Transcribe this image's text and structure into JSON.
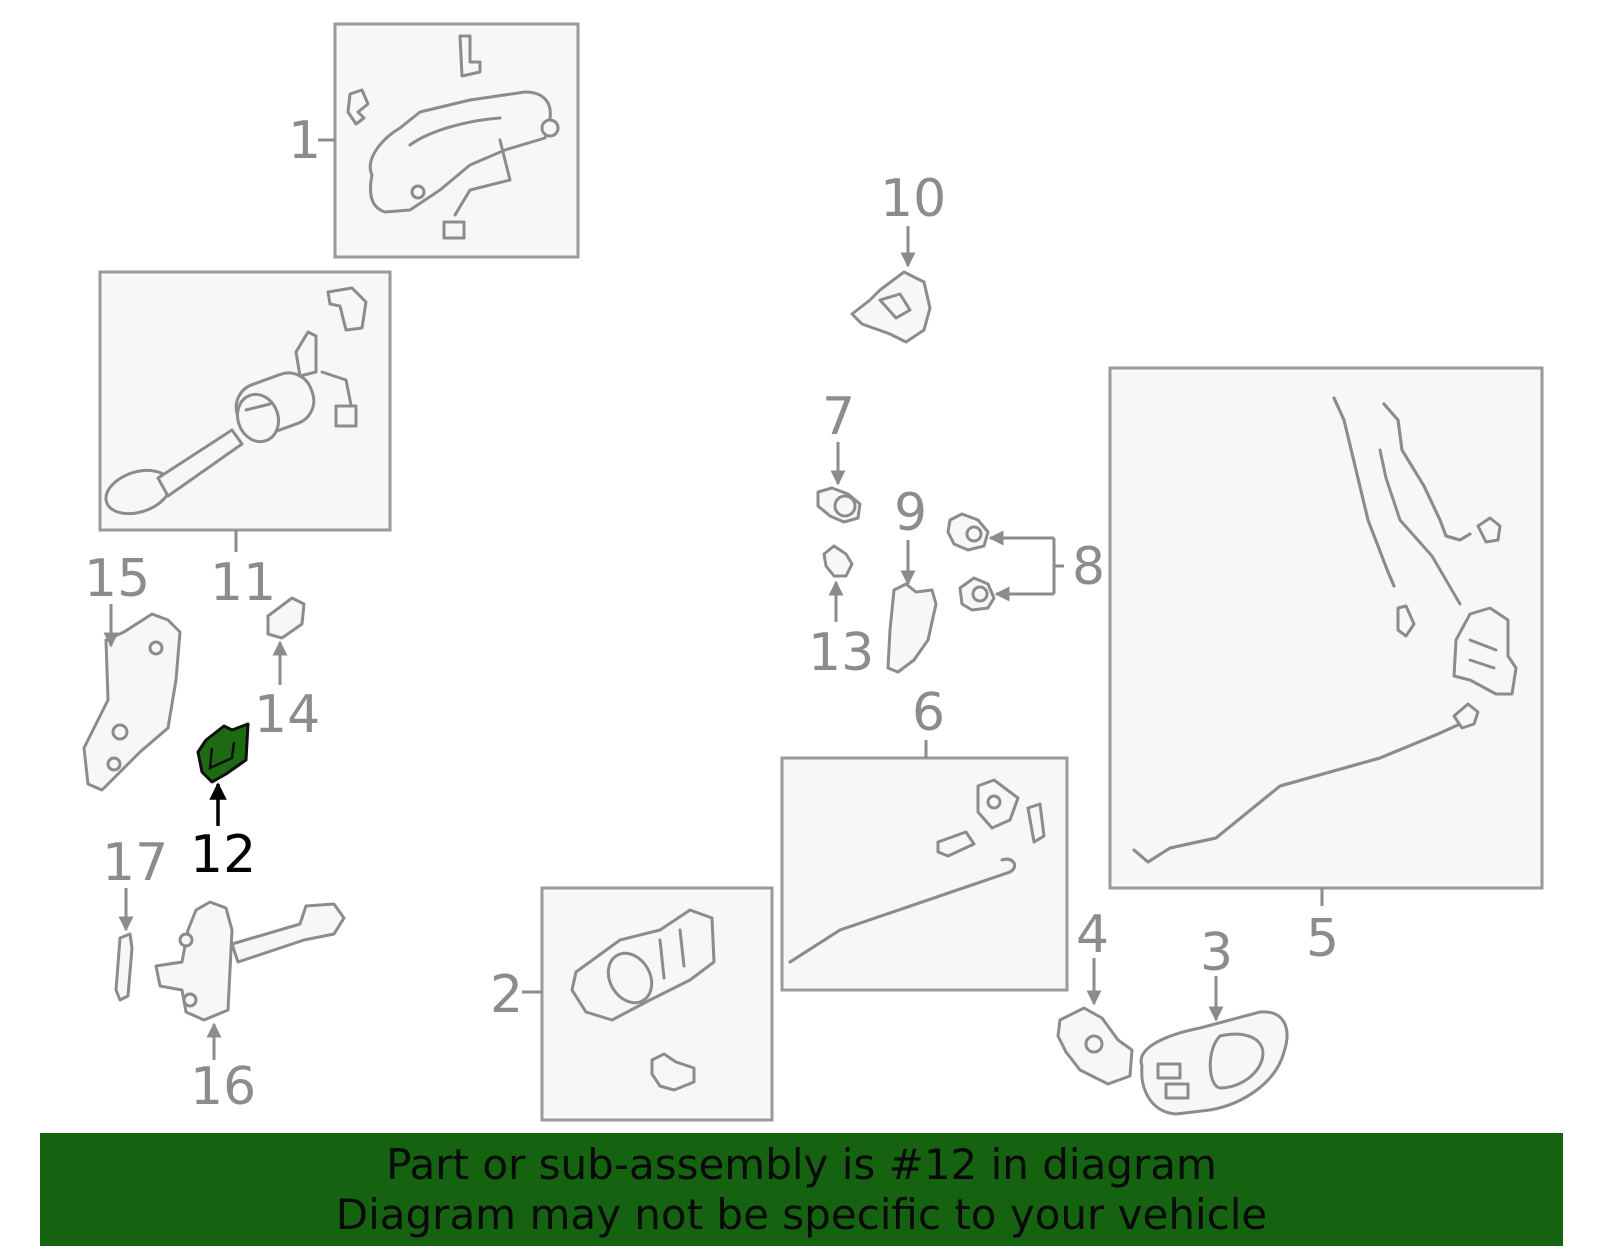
{
  "diagram": {
    "labels": [
      "1",
      "2",
      "3",
      "4",
      "5",
      "6",
      "7",
      "8",
      "9",
      "10",
      "11",
      "12",
      "13",
      "14",
      "15",
      "16",
      "17"
    ],
    "highlighted_label": "12",
    "colors": {
      "highlight_part": "#1d6a12",
      "banner_background": "#156311",
      "callout_gray": "#8c8c8c"
    }
  },
  "banner": {
    "line1": "Part or sub-assembly is #12 in diagram",
    "line2": "Diagram may not be specific to your vehicle"
  }
}
